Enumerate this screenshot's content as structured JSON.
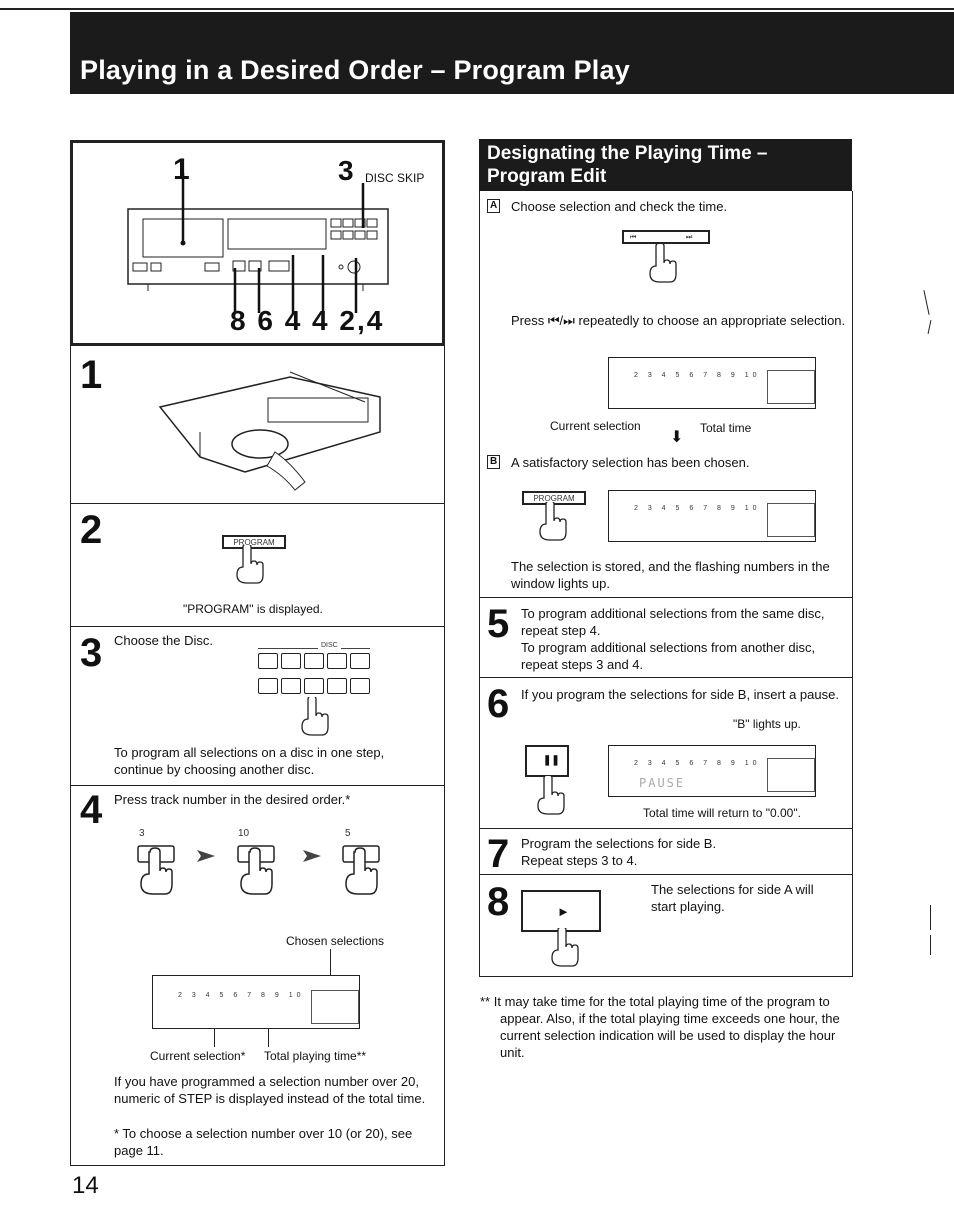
{
  "header": {
    "title": "Playing in a Desired Order – Program Play",
    "page_number": "14"
  },
  "left": {
    "diagram_labels": {
      "top1": "1",
      "top3": "3",
      "disc_skip": "DISC SKIP",
      "bottom": "8 6 4 4 2,4"
    },
    "step1": {
      "num": "1"
    },
    "step2": {
      "num": "2",
      "button": "PROGRAM",
      "caption": "\"PROGRAM\" is displayed."
    },
    "step3": {
      "num": "3",
      "text": "Choose the Disc.",
      "disc_label": "DISC",
      "note": "To program all selections on a disc in one step, continue by choosing another disc."
    },
    "step4": {
      "num": "4",
      "text": "Press track number in the desired order.*",
      "track_labels": [
        "3",
        "10",
        "5"
      ],
      "chosen": "Chosen selections",
      "current_selection": "Current selection*",
      "total_playing": "Total playing time**",
      "note": "If you have programmed a selection number over 20, numeric of STEP is displayed instead of the total time.",
      "footnote": "* To choose a selection number over 10 (or 20), see page 11."
    }
  },
  "right": {
    "subhead": "Designating the Playing Time – Program Edit",
    "stepA": {
      "tag": "A",
      "text": "Choose selection and check the time.",
      "press": "Press ⏮/⏭ repeatedly to choose an appropriate selection.",
      "current_selection": "Current selection",
      "total_time": "Total time"
    },
    "stepB": {
      "tag": "B",
      "text": "A satisfactory selection has been chosen.",
      "button": "PROGRAM",
      "stored": "The selection is stored, and the flashing numbers in the window lights up."
    },
    "step5": {
      "num": "5",
      "line1": "To program additional selections from the same disc, repeat step 4.",
      "line2": "To program additional selections from another disc, repeat steps 3 and 4."
    },
    "step6": {
      "num": "6",
      "text": "If you program the selections for side B, insert a pause.",
      "b_lights": "\"B\" lights up.",
      "lcd_text": "PAUSE",
      "total_return": "Total time will return to \"0.00\"."
    },
    "step7": {
      "num": "7",
      "line1": "Program the selections for side B.",
      "line2": "Repeat steps 3 to 4."
    },
    "step8": {
      "num": "8",
      "text": "The selections for side A will start playing."
    },
    "footnote": "** It may take time for the total playing time of the program to appear. Also, if the total playing time exceeds one hour, the current selection indication will be used to display the hour unit."
  }
}
